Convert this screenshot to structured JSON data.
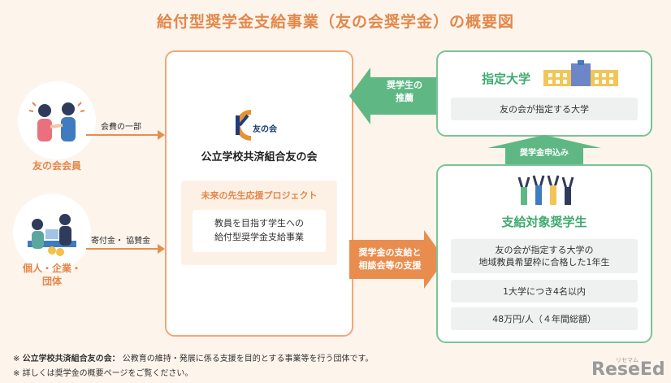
{
  "title": "給付型奨学金支給事業（友の会奨学金）の概要図",
  "left": {
    "member_label": "友の会会員",
    "donor_label_line1": "個人・企業・",
    "donor_label_line2": "団体",
    "arrow1_label": "会費の一部",
    "arrow2_label": "寄付金・ 協賛金"
  },
  "center": {
    "logo_text": "友の会",
    "org_name": "公立学校共済組合友の会",
    "project_title": "未来の先生応援プロジェクト",
    "project_line1": "教員を目指す学生への",
    "project_line2": "給付型奨学金支給事業"
  },
  "top_arrow": {
    "line1": "奨学生の",
    "line2": "推薦"
  },
  "bottom_arrow": {
    "line1": "奨学金の支給と",
    "line2": "相談会等の支援"
  },
  "up_arrow": {
    "label": "奨学金申込み"
  },
  "university": {
    "title": "指定大学",
    "row": "友の会が指定する大学"
  },
  "target": {
    "title": "支給対象奨学生",
    "row1_line1": "友の会が指定する大学の",
    "row1_line2": "地域教員希望枠に合格した1年生",
    "row2": "1大学につき4名以内",
    "row3": "48万円/人（４年間総額）"
  },
  "notes": {
    "note1_mark": "※",
    "note1_bold": "公立学校共済組合友の会：",
    "note1_text": "公教育の維持・発展に係る支援を目的とする事業等を行う団体です。",
    "note2_mark": "※",
    "note2_text": "詳しくは奨学金の概要ページをご覧ください。"
  },
  "watermark": {
    "small": "リセマム",
    "big": "ReseEd"
  },
  "colors": {
    "orange": "#e98d4f",
    "green": "#5fb884",
    "bg": "#fdf4ec"
  }
}
